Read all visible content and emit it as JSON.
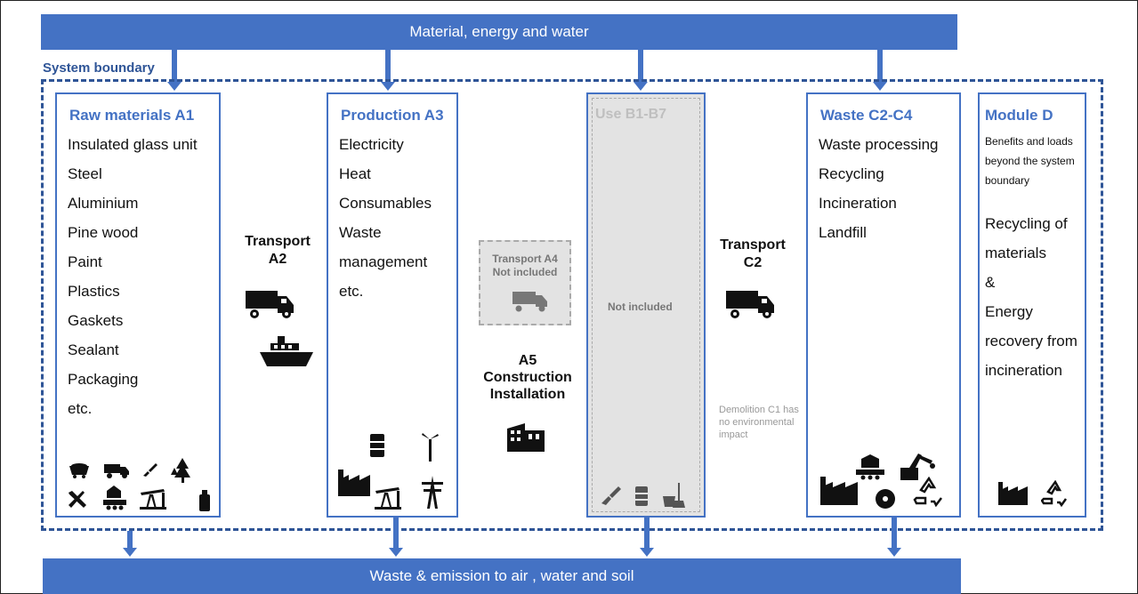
{
  "top_band": "Material, energy and water",
  "bottom_band": "Waste & emission to air , water and soil",
  "system_boundary": "System boundary",
  "raw": {
    "title": "Raw materials A1",
    "items": [
      "Insulated glass unit",
      "Steel",
      "Aluminium",
      "Pine wood",
      "Paint",
      "Plastics",
      "Gaskets",
      "Sealant",
      "Packaging",
      "etc."
    ]
  },
  "transport_a2": {
    "line1": "Transport",
    "line2": "A2"
  },
  "production": {
    "title": "Production A3",
    "items": [
      "Electricity",
      "Heat",
      "Consumables",
      "Waste",
      "management",
      "etc."
    ]
  },
  "transport_a4": {
    "line1": "Transport A4",
    "line2": "Not included"
  },
  "a5": {
    "line1": "A5",
    "line2": "Construction",
    "line3": "Installation"
  },
  "use": {
    "title": "Use B1-B7",
    "note": "Not included"
  },
  "demolition": "Demolition C1 has no environmental impact",
  "transport_c2": {
    "line1": "Transport",
    "line2": "C2"
  },
  "waste": {
    "title": "Waste C2-C4",
    "items": [
      "Waste processing",
      "Recycling",
      "Incineration",
      "Landfill"
    ]
  },
  "module_d": {
    "title": "Module D",
    "subtitle": [
      "Benefits and loads",
      "beyond the system",
      "boundary"
    ],
    "items": [
      "Recycling of",
      "materials",
      "&",
      "Energy",
      "recovery from",
      "incineration"
    ]
  },
  "colors": {
    "accent": "#4472c4",
    "boundary": "#2f5597",
    "grey": "#e3e3e3"
  }
}
